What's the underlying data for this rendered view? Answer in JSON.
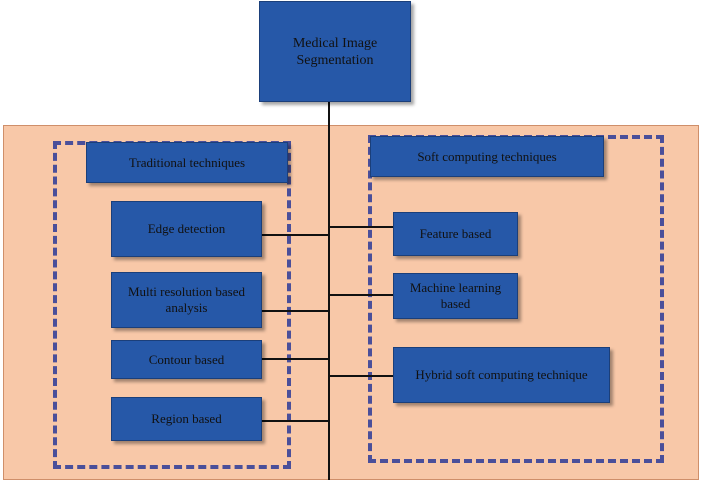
{
  "root": {
    "label": "Medical Image Segmentation"
  },
  "traditional": {
    "header": "Traditional techniques",
    "items": [
      "Edge detection",
      "Multi resolution based analysis",
      "Contour based",
      "Region based"
    ]
  },
  "soft": {
    "header": "Soft computing techniques",
    "items": [
      "Feature based",
      "Machine learning based",
      "Hybrid soft computing technique"
    ]
  },
  "colors": {
    "box_fill": "#2658a8",
    "panel_fill": "#f8c8a8",
    "dash_border": "#4a4f9a",
    "connector": "#111111"
  }
}
